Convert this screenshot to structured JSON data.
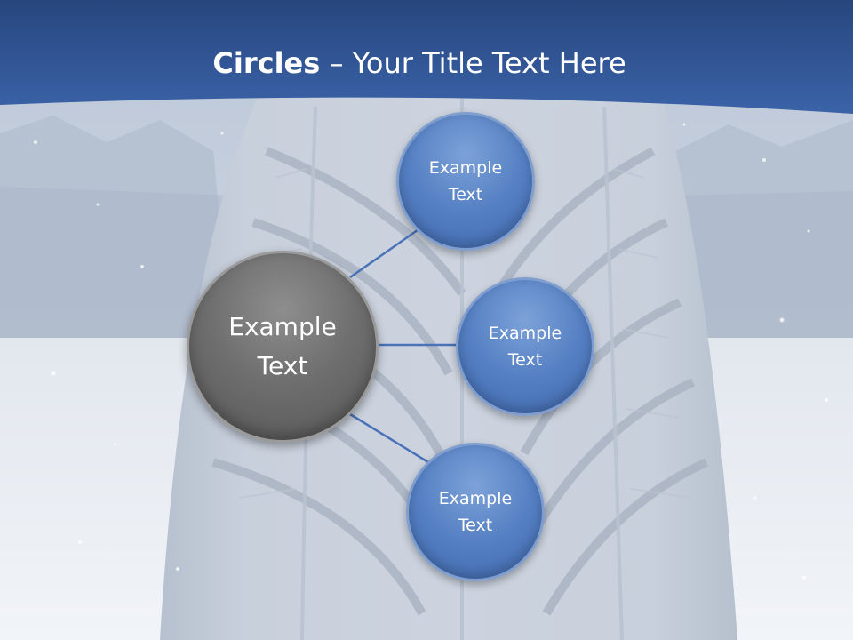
{
  "title": {
    "strong": "Circles",
    "rest": " – Your Title Text Here"
  },
  "diagram": {
    "center": {
      "line1": "Example",
      "line2": "Text"
    },
    "nodes": [
      {
        "line1": "Example",
        "line2": "Text"
      },
      {
        "line1": "Example",
        "line2": "Text"
      },
      {
        "line1": "Example",
        "line2": "Text"
      }
    ]
  },
  "colors": {
    "header": "#2f5597",
    "center_circle": "#6f6f6f",
    "node_circle": "#5580c3",
    "connector": "#4a72b8"
  }
}
